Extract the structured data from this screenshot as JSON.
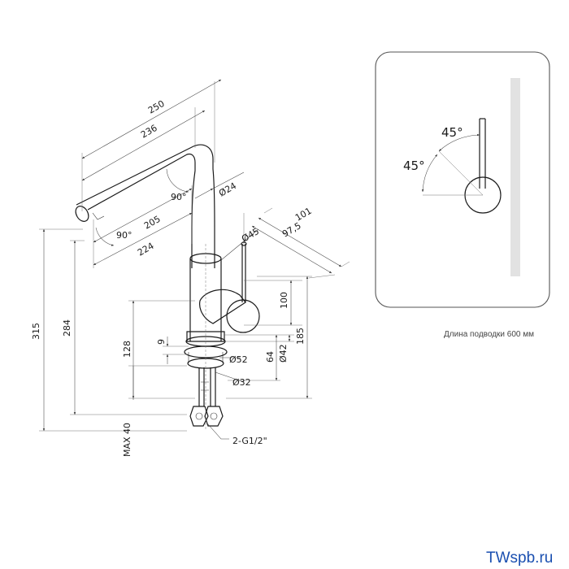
{
  "drawing": {
    "labels": {
      "width_250": "250",
      "width_236": "236",
      "reach_205": "205",
      "reach_224": "224",
      "angle_spout": "90°",
      "angle_tip": "90°",
      "dia_24": "Ø24",
      "dim_101": "101",
      "dim_97_5": "97,5",
      "dia_45": "Ø45",
      "height_100": "100",
      "height_185": "185",
      "dia_42": "Ø42",
      "height_64": "64",
      "dia_52": "Ø52",
      "dia_32": "Ø32",
      "height_315": "315",
      "height_284": "284",
      "height_128": "128",
      "height_9": "9",
      "max_40": "MAX 40",
      "thread": "2-G1/2\""
    },
    "panel": {
      "angle_top": "45°",
      "angle_left": "45°"
    },
    "caption": "Длина подводки 600 мм",
    "watermark": "TWspb.ru"
  },
  "colors": {
    "line": "#1a1a1a",
    "watermark": "#1a4fb0",
    "panel_border": "#555555",
    "handle_track": "#e2e2e2"
  }
}
